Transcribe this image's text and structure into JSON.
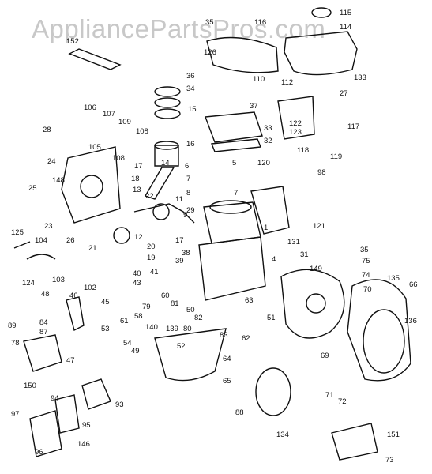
{
  "watermark": "AppliancePartsPros.com",
  "callouts": [
    "152",
    "35",
    "116",
    "115",
    "114",
    "126",
    "36",
    "110",
    "133",
    "34",
    "37",
    "27",
    "112",
    "15",
    "33",
    "122",
    "123",
    "117",
    "106",
    "107",
    "109",
    "108",
    "28",
    "105",
    "16",
    "32",
    "118",
    "119",
    "14",
    "108",
    "24",
    "98",
    "17",
    "6",
    "5",
    "120",
    "18",
    "148",
    "25",
    "7",
    "22",
    "13",
    "8",
    "11",
    "29",
    "9",
    "7",
    "23",
    "26",
    "1",
    "121",
    "125",
    "12",
    "21",
    "131",
    "104",
    "20",
    "19",
    "17",
    "35",
    "39",
    "38",
    "31",
    "75",
    "124",
    "4",
    "149",
    "41",
    "103",
    "40",
    "102",
    "43",
    "74",
    "135",
    "66",
    "70",
    "48",
    "46",
    "84",
    "60",
    "81",
    "63",
    "45",
    "79",
    "50",
    "82",
    "51",
    "61",
    "136",
    "89",
    "87",
    "58",
    "140",
    "78",
    "53",
    "83",
    "62",
    "139",
    "80",
    "54",
    "49",
    "52",
    "47",
    "64",
    "69",
    "150",
    "65",
    "94",
    "93",
    "88",
    "71",
    "72",
    "97",
    "95",
    "134",
    "151",
    "96",
    "146",
    "73"
  ]
}
